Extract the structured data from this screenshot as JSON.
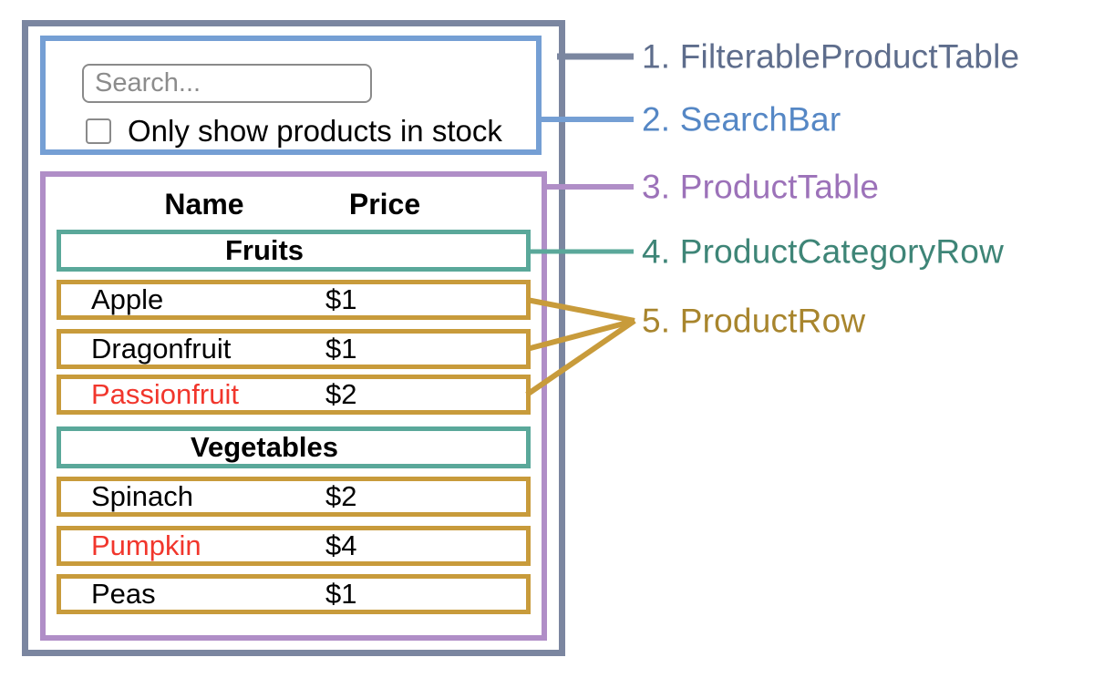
{
  "colors": {
    "outer-border": "#7B86A0",
    "outer-label": "#5E6D8C",
    "search-border": "#759FD4",
    "search-label": "#5587C5",
    "table-border": "#B08EC7",
    "table-label": "#9C72B9",
    "category-border": "#5AA89A",
    "category-label": "#3E8577",
    "row-border": "#C89B3B",
    "row-label": "#A8852D",
    "out-of-stock": "#F1362C",
    "input-border": "#8A8A8A",
    "placeholder": "#8C8C8C",
    "text": "#000000"
  },
  "annotations": [
    {
      "text": "1. FilterableProductTable"
    },
    {
      "text": "2. SearchBar"
    },
    {
      "text": "3. ProductTable"
    },
    {
      "text": "4. ProductCategoryRow"
    },
    {
      "text": "5. ProductRow"
    }
  ],
  "search_bar": {
    "input_placeholder": "Search...",
    "input_value": "",
    "checkbox_label": "Only show products in stock",
    "checkbox_checked": false
  },
  "product_table": {
    "headers": {
      "name": "Name",
      "price": "Price"
    },
    "sections": [
      {
        "category": "Fruits",
        "rows": [
          {
            "name": "Apple",
            "price": "$1",
            "variant": "in-stock"
          },
          {
            "name": "Dragonfruit",
            "price": "$1",
            "variant": "in-stock"
          },
          {
            "name": "Passionfruit",
            "price": "$2",
            "variant": "out-of-stock"
          }
        ]
      },
      {
        "category": "Vegetables",
        "rows": [
          {
            "name": "Spinach",
            "price": "$2",
            "variant": "in-stock"
          },
          {
            "name": "Pumpkin",
            "price": "$4",
            "variant": "out-of-stock"
          },
          {
            "name": "Peas",
            "price": "$1",
            "variant": "in-stock"
          }
        ]
      }
    ]
  }
}
